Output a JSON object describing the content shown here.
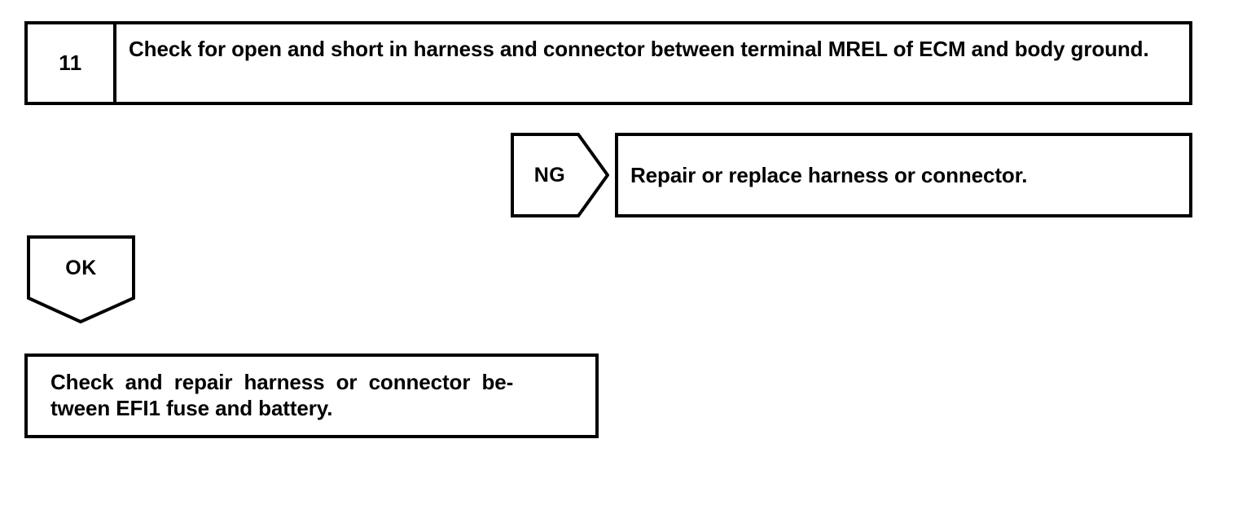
{
  "diagram": {
    "type": "troubleshooting-flowchart",
    "title": "ECM MREL terminal continuity check step",
    "colors": {
      "ink": "#000000",
      "background": "#ffffff"
    },
    "step": {
      "number": "11",
      "instruction": "Check for open and short in harness and connector between terminal MREL of ECM and body ground."
    },
    "branches": [
      {
        "result_label": "NG",
        "direction": "right",
        "action": "Repair or replace harness or connector."
      },
      {
        "result_label": "OK",
        "direction": "down",
        "action_line_1": "Check and repair harness or connector be-",
        "action_line_2": "tween EFI1 fuse and battery.",
        "action_full": "Check and repair harness or connector between EFI1 fuse and battery."
      }
    ]
  }
}
